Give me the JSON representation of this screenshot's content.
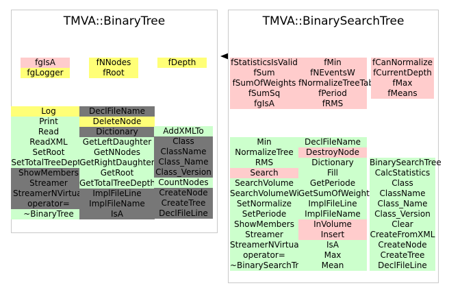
{
  "legend_colors": {
    "red": "#ffcccc",
    "yellow": "#ffff77",
    "green": "#ccffcc",
    "gray": "#777777"
  },
  "binary_tree": {
    "title": "TMVA::BinaryTree",
    "data_members": {
      "col1": [
        {
          "label": "fgIsA",
          "color": "red"
        },
        {
          "label": "fgLogger",
          "color": "yellow"
        }
      ],
      "col2": [
        {
          "label": "fNNodes",
          "color": "yellow"
        },
        {
          "label": "fRoot",
          "color": "yellow"
        }
      ],
      "col3": [
        {
          "label": "fDepth",
          "color": "yellow"
        }
      ]
    },
    "methods": {
      "col1": [
        {
          "label": "Log",
          "color": "yellow"
        },
        {
          "label": "Print",
          "color": "green"
        },
        {
          "label": "Read",
          "color": "green"
        },
        {
          "label": "ReadXML",
          "color": "green"
        },
        {
          "label": "SetRoot",
          "color": "green"
        },
        {
          "label": "SetTotalTreeDepth",
          "color": "green"
        },
        {
          "label": "ShowMembers",
          "color": "gray"
        },
        {
          "label": "Streamer",
          "color": "gray"
        },
        {
          "label": "StreamerNVirtual",
          "color": "gray"
        },
        {
          "label": "operator=",
          "color": "gray"
        },
        {
          "label": "~BinaryTree",
          "color": "green"
        }
      ],
      "col2": [
        {
          "label": "DeclFileName",
          "color": "gray"
        },
        {
          "label": "DeleteNode",
          "color": "yellow"
        },
        {
          "label": "Dictionary",
          "color": "gray"
        },
        {
          "label": "GetLeftDaughter",
          "color": "green"
        },
        {
          "label": "GetNNodes",
          "color": "green"
        },
        {
          "label": "GetRightDaughter",
          "color": "green"
        },
        {
          "label": "GetRoot",
          "color": "green"
        },
        {
          "label": "GetTotalTreeDepth",
          "color": "green"
        },
        {
          "label": "ImplFileLine",
          "color": "gray"
        },
        {
          "label": "ImplFileName",
          "color": "gray"
        },
        {
          "label": "IsA",
          "color": "gray"
        }
      ],
      "col3": [
        {
          "label": "AddXMLTo",
          "color": "green"
        },
        {
          "label": "Class",
          "color": "gray"
        },
        {
          "label": "ClassName",
          "color": "gray"
        },
        {
          "label": "Class_Name",
          "color": "gray"
        },
        {
          "label": "Class_Version",
          "color": "gray"
        },
        {
          "label": "CountNodes",
          "color": "green"
        },
        {
          "label": "CreateNode",
          "color": "gray"
        },
        {
          "label": "CreateTree",
          "color": "gray"
        },
        {
          "label": "DeclFileLine",
          "color": "gray"
        }
      ]
    }
  },
  "binary_search_tree": {
    "title": "TMVA::BinarySearchTree",
    "data_members": {
      "col1": [
        {
          "label": "fStatisticsIsValid",
          "color": "red"
        },
        {
          "label": "fSum",
          "color": "red"
        },
        {
          "label": "fSumOfWeights",
          "color": "red"
        },
        {
          "label": "fSumSq",
          "color": "red"
        },
        {
          "label": "fgIsA",
          "color": "red"
        }
      ],
      "col2": [
        {
          "label": "fMin",
          "color": "red"
        },
        {
          "label": "fNEventsW",
          "color": "red"
        },
        {
          "label": "fNormalizeTreeTable",
          "color": "red"
        },
        {
          "label": "fPeriod",
          "color": "red"
        },
        {
          "label": "fRMS",
          "color": "red"
        }
      ],
      "col3": [
        {
          "label": "fCanNormalize",
          "color": "red"
        },
        {
          "label": "fCurrentDepth",
          "color": "red"
        },
        {
          "label": "fMax",
          "color": "red"
        },
        {
          "label": "fMeans",
          "color": "red"
        }
      ]
    },
    "methods": {
      "col1": [
        {
          "label": "Min",
          "color": "green"
        },
        {
          "label": "NormalizeTree",
          "color": "green"
        },
        {
          "label": "RMS",
          "color": "green"
        },
        {
          "label": "Search",
          "color": "red"
        },
        {
          "label": "SearchVolume",
          "color": "green"
        },
        {
          "label": "SearchVolumeWithMaxLimit",
          "color": "green"
        },
        {
          "label": "SetNormalize",
          "color": "green"
        },
        {
          "label": "SetPeriode",
          "color": "green"
        },
        {
          "label": "ShowMembers",
          "color": "green"
        },
        {
          "label": "Streamer",
          "color": "green"
        },
        {
          "label": "StreamerNVirtual",
          "color": "green"
        },
        {
          "label": "operator=",
          "color": "green"
        },
        {
          "label": "~BinarySearchTree",
          "color": "green"
        }
      ],
      "col2": [
        {
          "label": "DeclFileName",
          "color": "green"
        },
        {
          "label": "DestroyNode",
          "color": "red"
        },
        {
          "label": "Dictionary",
          "color": "green"
        },
        {
          "label": "Fill",
          "color": "green"
        },
        {
          "label": "GetPeriode",
          "color": "green"
        },
        {
          "label": "GetSumOfWeights",
          "color": "green"
        },
        {
          "label": "ImplFileLine",
          "color": "green"
        },
        {
          "label": "ImplFileName",
          "color": "green"
        },
        {
          "label": "InVolume",
          "color": "red"
        },
        {
          "label": "Insert",
          "color": "red"
        },
        {
          "label": "IsA",
          "color": "green"
        },
        {
          "label": "Max",
          "color": "green"
        },
        {
          "label": "Mean",
          "color": "green"
        }
      ],
      "col3": [
        {
          "label": "BinarySearchTree",
          "color": "green"
        },
        {
          "label": "CalcStatistics",
          "color": "green"
        },
        {
          "label": "Class",
          "color": "green"
        },
        {
          "label": "ClassName",
          "color": "green"
        },
        {
          "label": "Class_Name",
          "color": "green"
        },
        {
          "label": "Class_Version",
          "color": "green"
        },
        {
          "label": "Clear",
          "color": "green"
        },
        {
          "label": "CreateFromXML",
          "color": "green"
        },
        {
          "label": "CreateNode",
          "color": "green"
        },
        {
          "label": "CreateTree",
          "color": "green"
        },
        {
          "label": "DeclFileLine",
          "color": "green"
        }
      ]
    }
  }
}
